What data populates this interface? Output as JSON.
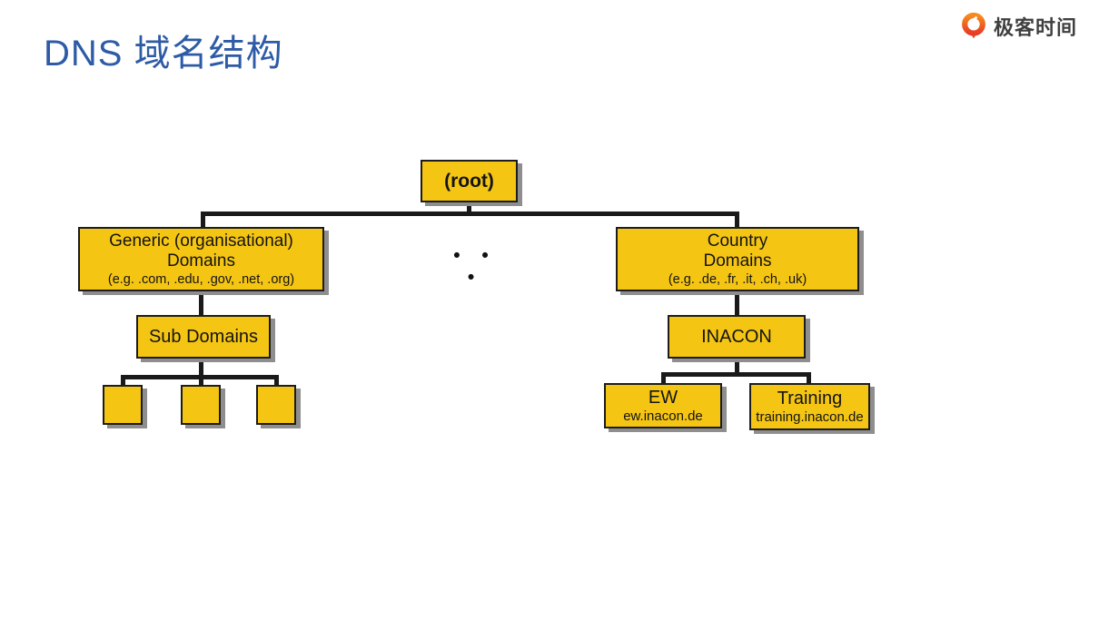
{
  "header": {
    "title": "DNS 域名结构",
    "logo": {
      "text": "极客时间"
    }
  },
  "diagram": {
    "ellipsis": "• • •",
    "nodes": {
      "root": {
        "label": "(root)"
      },
      "generic": {
        "title_line1": "Generic (organisational)",
        "title_line2": "Domains",
        "subtitle": "(e.g. .com, .edu, .gov, .net, .org)"
      },
      "country": {
        "title_line1": "Country",
        "title_line2": "Domains",
        "subtitle": "(e.g. .de, .fr, .it, .ch, .uk)"
      },
      "sub_domains": {
        "label": "Sub Domains"
      },
      "inacon": {
        "label": "INACON"
      },
      "ew": {
        "title": "EW",
        "subtitle": "ew.inacon.de"
      },
      "training": {
        "title": "Training",
        "subtitle": "training.inacon.de"
      }
    },
    "colors": {
      "node_fill": "#F5C514",
      "node_border": "#1C1C1C",
      "node_shadow": "#8E8E8E",
      "connector": "#1A1A1A",
      "title_blue": "#2D5BA6",
      "logo_orange": "#EF5A28",
      "logo_text_gray": "#3F3F3F"
    }
  }
}
